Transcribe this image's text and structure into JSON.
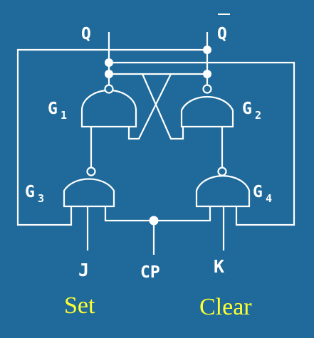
{
  "colors": {
    "background": "#1f6a9a",
    "wire": "#ffffff",
    "caption": "#ffff33"
  },
  "labels": {
    "q": "Q",
    "q_bar": "Q",
    "g1": "G",
    "g1_sub": "1",
    "g2": "G",
    "g2_sub": "2",
    "g3": "G",
    "g3_sub": "3",
    "g4": "G",
    "g4_sub": "4",
    "j": "J",
    "cp": "CP",
    "k": "K"
  },
  "captions": {
    "set": "Set",
    "clear": "Clear"
  }
}
